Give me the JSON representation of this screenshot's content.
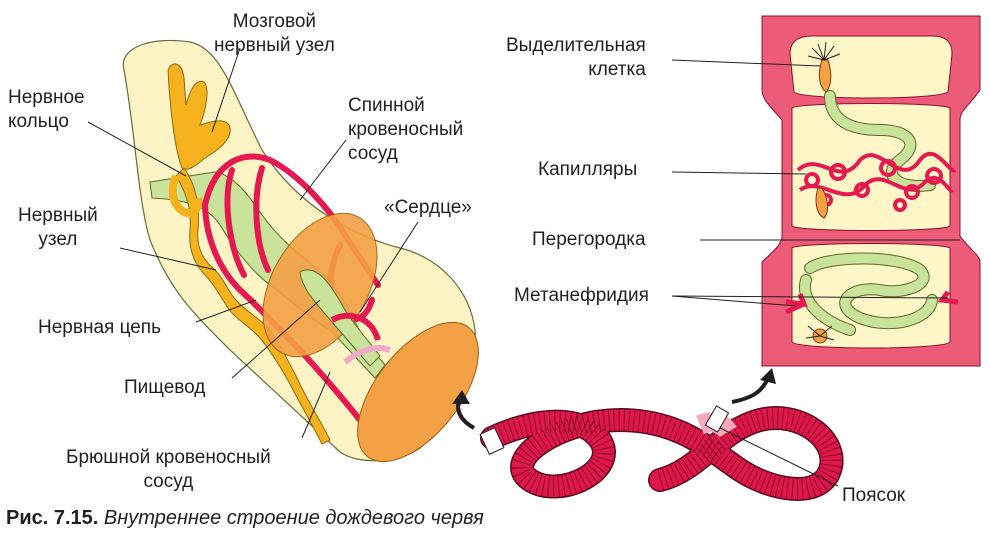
{
  "labels": {
    "brain": [
      "Мозговой",
      "нервный узел"
    ],
    "nerve_ring": [
      "Нервное",
      "кольцо"
    ],
    "dorsal_vessel": [
      "Спинной",
      "кровеносный",
      "сосуд"
    ],
    "heart": "«Сердце»",
    "ganglion": [
      "Нервный",
      "узел"
    ],
    "nerve_chain": "Нервная цепь",
    "esophagus": "Пищевод",
    "ventral_vessel": [
      "Брюшной кровеносный",
      "сосуд"
    ],
    "excretory_cell": [
      "Выделительная",
      "клетка"
    ],
    "capillaries": "Капилляры",
    "septum": "Перегородка",
    "metanephridia": "Метанефридия",
    "clitellum": "Поясок"
  },
  "caption": {
    "number": "Рис. 7.15.",
    "text": "Внутреннее строение дождевого червя"
  },
  "colors": {
    "body": "#fdf4c6",
    "nerve": "#f5b21c",
    "vessel": "#e5194f",
    "gut": "#c9e39a",
    "cut": "#f4a044",
    "worm": "#e0174d",
    "segment_wall": "#ec5b78"
  }
}
